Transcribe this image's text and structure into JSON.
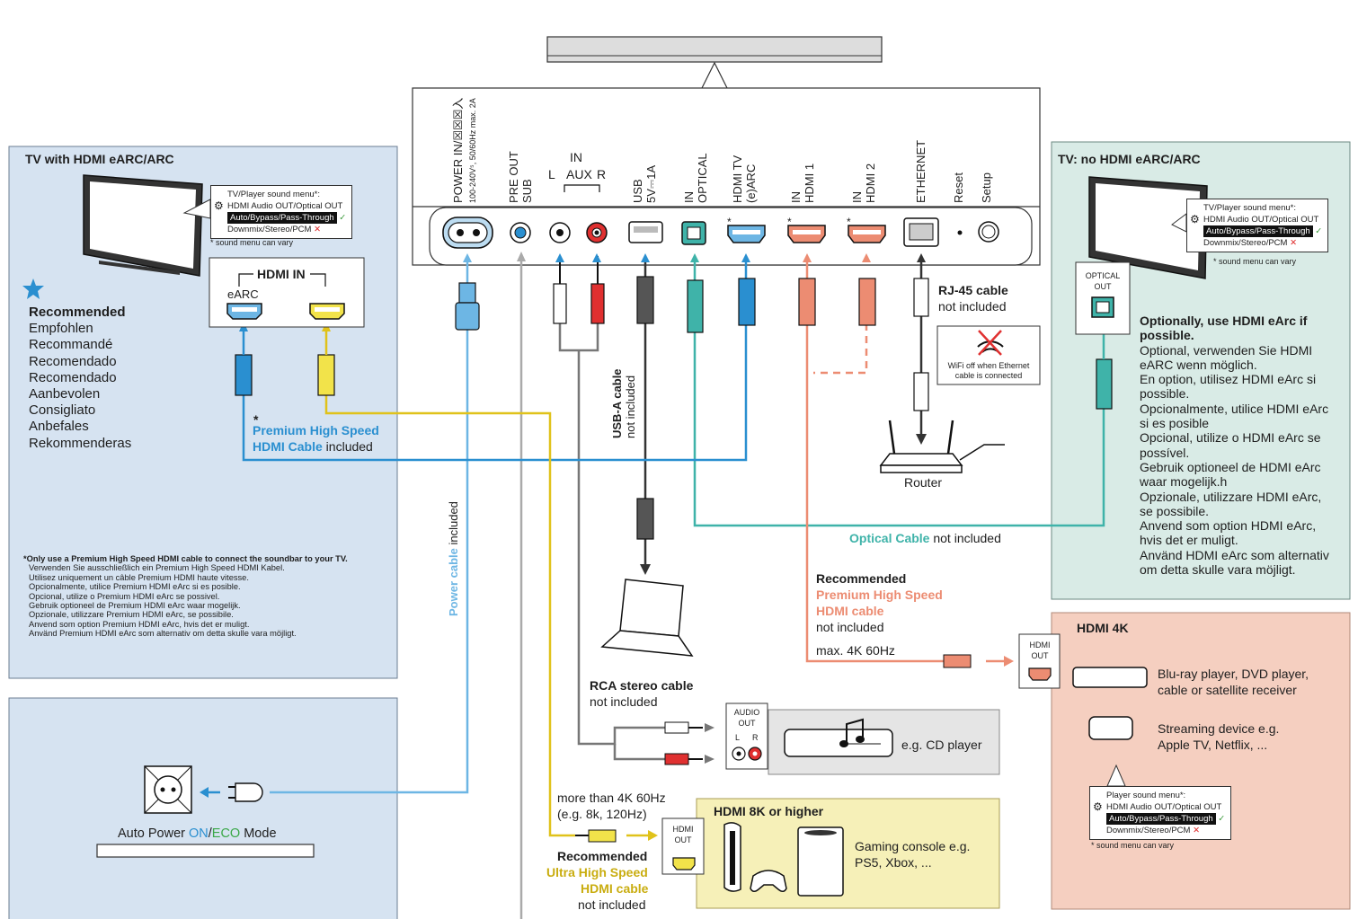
{
  "soundbar_ports": {
    "power": {
      "l1": "POWER IN/☒☒☒入",
      "l2": "100-240V⁵, 50/60Hz max. 2A"
    },
    "preout": {
      "l1": "PRE OUT",
      "l2": "SUB"
    },
    "aux_in": "IN",
    "aux_l": "L",
    "aux_label": "AUX",
    "aux_r": "R",
    "usb": {
      "l1": "USB",
      "l2": "5V⎓1A"
    },
    "optical": {
      "l1": "IN",
      "l2": "OPTICAL"
    },
    "hdmitv": {
      "l1": "HDMI TV",
      "l2": "(e)ARC"
    },
    "hdmi1": {
      "l1": "IN",
      "l2": "HDMI 1"
    },
    "hdmi2": {
      "l1": "IN",
      "l2": "HDMI 2"
    },
    "ethernet": "ETHERNET",
    "reset": "Reset",
    "setup": "Setup",
    "star": "*"
  },
  "tv_earc": {
    "title": "TV with HDMI eARC/ARC",
    "menu": {
      "title": "TV/Player sound menu*:",
      "line1": "HDMI Audio OUT/Optical OUT",
      "line2": "Auto/Bypass/Pass-Through",
      "line3": "Downmix/Stereo/PCM",
      "ok": "✓",
      "no": "✕"
    },
    "vary": "* sound menu can vary",
    "hdmi_in": "HDMI IN",
    "earc": "eARC",
    "recommended": [
      "Recommended",
      "Empfohlen",
      "Recommandé",
      "Recomendado",
      "Recomendado",
      "Aanbevolen",
      "Consigliato",
      "Anbefales",
      "Rekommenderas"
    ],
    "cable_star": "*",
    "cable1": "Premium High Speed",
    "cable2": "HDMI Cable",
    "cable2b": " included",
    "footnote": [
      "*Only use a Premium High Speed HDMI cable to connect the soundbar to your TV.",
      "Verwenden Sie ausschließlich ein Premium High Speed HDMI Kabel.",
      "Utilisez uniquement un câble Premium HDMI haute vitesse.",
      "Opcionalmente, utilice Premium HDMI eArc si es posible.",
      "Opcional, utilize o Premium HDMI eArc se possivel.",
      "Gebruik optioneel de Premium HDMI eArc waar mogelijk.",
      "Opzionale, utilizzare Premium HDMI eArc, se possibile.",
      "Anvend som option Premium HDMI eArc, hvis det er muligt.",
      "Använd Premium HDMI eArc som alternativ om detta skulle vara möjligt."
    ]
  },
  "power_box": {
    "mode_a": "Auto Power ",
    "mode_on": "ON",
    "mode_sep": "/",
    "mode_eco": "ECO",
    "mode_b": " Mode"
  },
  "power_cable": {
    "a": "Power cable",
    "b": " included"
  },
  "usb_cable": {
    "a": "USB-A cable",
    "b": "not included"
  },
  "rca": {
    "a": "RCA stereo cable",
    "b": "not included",
    "audio_out": "AUDIO OUT",
    "l": "L",
    "r": "R",
    "cd": "e.g. CD player"
  },
  "hdmi8k": {
    "more": "more than 4K 60Hz",
    "paren": "(e.g. 8k, 120Hz)",
    "rec": "Recommended",
    "c1": "Ultra High Speed",
    "c2": "HDMI cable",
    "c3": "not included",
    "out": "HDMI OUT",
    "title": "HDMI 8K or higher",
    "console": "Gaming console e.g.",
    "console2": "PS5, Xbox, ..."
  },
  "rj45": {
    "a": "RJ-45 cable",
    "b": "not included",
    "wifi1": "WiFi off when Ethernet",
    "wifi2": "cable is connected",
    "router": "Router"
  },
  "optical": {
    "a": "Optical Cable",
    "b": " not included"
  },
  "hdmi4k_cable": {
    "rec": "Recommended",
    "c1": "Premium High Speed",
    "c2": "HDMI cable",
    "c3": "not included",
    "max": "max. 4K 60Hz"
  },
  "hdmi4k": {
    "title": "HDMI 4K",
    "out": "HDMI OUT",
    "bd1": "Blu-ray player, DVD player,",
    "bd2": "cable or satellite receiver",
    "st1": "Streaming device e.g.",
    "st2": "Apple TV, Netflix, ...",
    "menu": {
      "title": "Player sound menu*:",
      "line1": "HDMI Audio OUT/Optical OUT",
      "line2": "Auto/Bypass/Pass-Through",
      "line3": "Downmix/Stereo/PCM",
      "ok": "✓",
      "no": "✕"
    },
    "vary": "* sound menu can vary"
  },
  "tv_noarc": {
    "title": "TV: no HDMI eARC/ARC",
    "menu": {
      "title": "TV/Player sound menu*:",
      "line1": "HDMI Audio OUT/Optical OUT",
      "line2": "Auto/Bypass/Pass-Through",
      "line3": "Downmix/Stereo/PCM",
      "ok": "✓",
      "no": "✕"
    },
    "vary": "* sound menu can vary",
    "opt_out": "OPTICAL OUT",
    "note_bold": "Optionally, use HDMI eArc if possible.",
    "note": [
      "Optional, verwenden Sie HDMI",
      "eARC wenn möglich.",
      "En option, utilisez HDMI eArc si",
      "possible.",
      "Opcionalmente, utilice HDMI eArc",
      "si es posible",
      "Opcional, utilize o HDMI eArc se",
      "possível.",
      "Gebruik optioneel de HDMI eArc",
      "waar mogelijk.h",
      "Opzionale, utilizzare HDMI eArc,",
      "se possibile.",
      "Anvend som option HDMI eArc,",
      "hvis det er muligt.",
      "Använd HDMI eArc som alternativ",
      "om detta skulle vara möjligt."
    ]
  },
  "colors": {
    "blue": "#2a8fd0",
    "lightblue": "#6db6e4",
    "teal": "#3fb3a9",
    "salmon": "#ec8c72",
    "yellow": "#e0c21a",
    "gray": "#777777",
    "panel_blue": "#d6e3f1",
    "panel_teal": "#d9ebe6",
    "panel_salmon": "#f5cfc0",
    "panel_yellow": "#f6f0b8"
  }
}
